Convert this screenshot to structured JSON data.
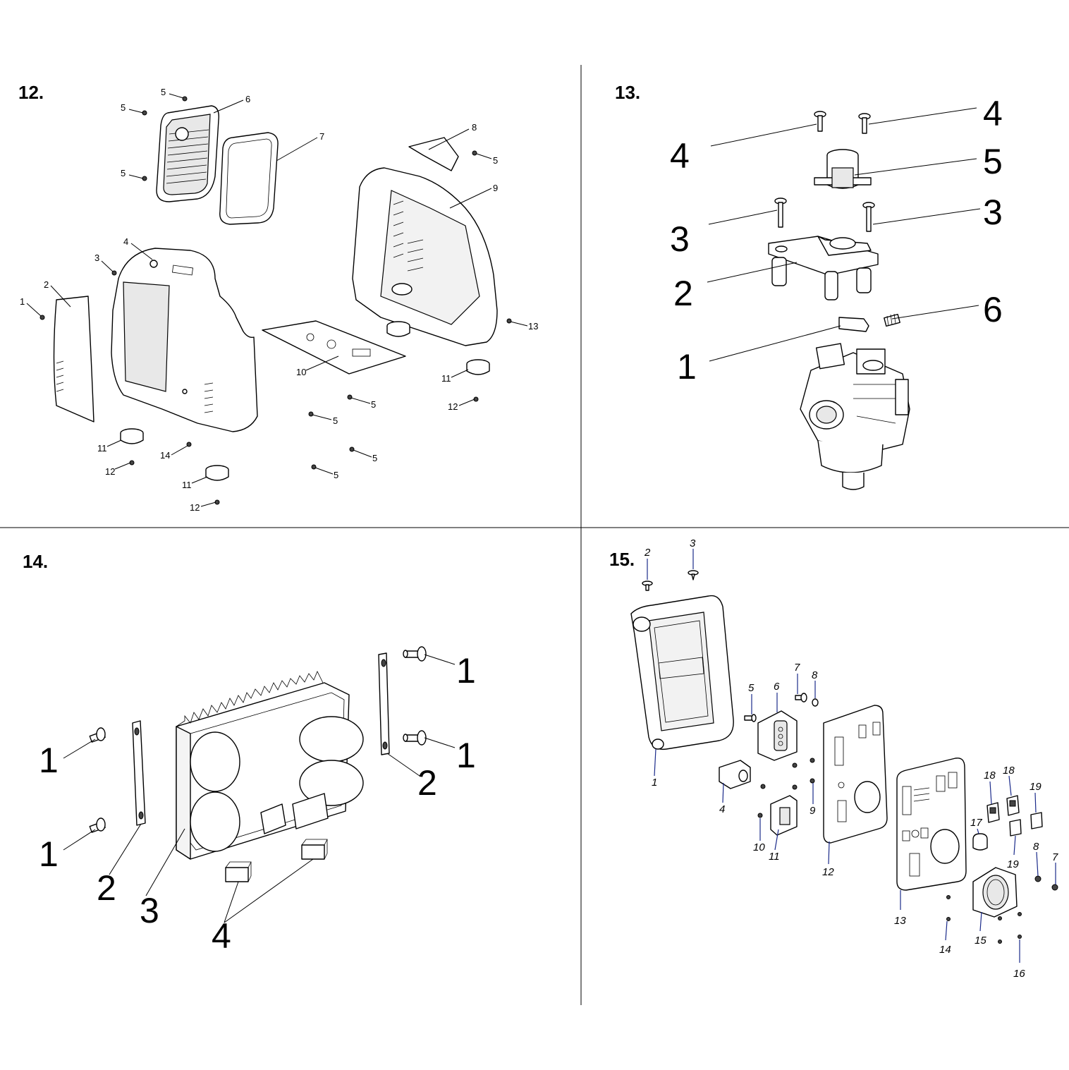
{
  "panels": {
    "p12": {
      "title": "12.",
      "labels": [
        "1",
        "2",
        "3",
        "4",
        "5",
        "5",
        "5",
        "5",
        "5",
        "5",
        "5",
        "5",
        "6",
        "7",
        "8",
        "9",
        "10",
        "11",
        "11",
        "11",
        "12",
        "12",
        "12",
        "13",
        "14"
      ]
    },
    "p13": {
      "title": "13.",
      "labels": [
        "4",
        "4",
        "5",
        "3",
        "3",
        "2",
        "6",
        "1"
      ]
    },
    "p14": {
      "title": "14.",
      "labels": [
        "1",
        "1",
        "1",
        "1",
        "2",
        "2",
        "3",
        "4"
      ]
    },
    "p15": {
      "title": "15.",
      "labels": [
        "2",
        "3",
        "1",
        "4",
        "5",
        "6",
        "7",
        "8",
        "9",
        "10",
        "11",
        "12",
        "13",
        "14",
        "15",
        "16",
        "17",
        "18",
        "18",
        "19",
        "19",
        "8",
        "7"
      ]
    }
  },
  "colors": {
    "line": "#000000",
    "leader_blue": "#1a2a8a",
    "background": "#ffffff"
  }
}
